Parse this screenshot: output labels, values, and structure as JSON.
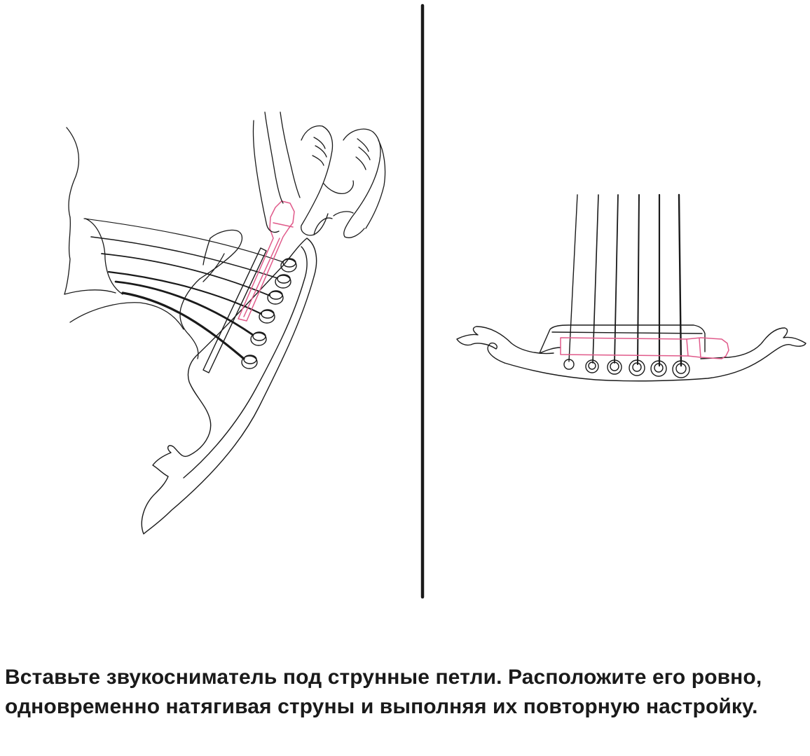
{
  "instruction": {
    "caption": "Вставьте звукосниматель под струнные петли. Расположите его ровно, одновременно натягивая струны и выполняя их повторную настройку."
  },
  "colors": {
    "line": "#1a1a1a",
    "pickup": "#e05a8a",
    "background": "#ffffff"
  },
  "icons": {
    "left_panel": "hand-inserting-pickup-illustration",
    "right_panel": "bridge-with-pickup-illustration"
  }
}
